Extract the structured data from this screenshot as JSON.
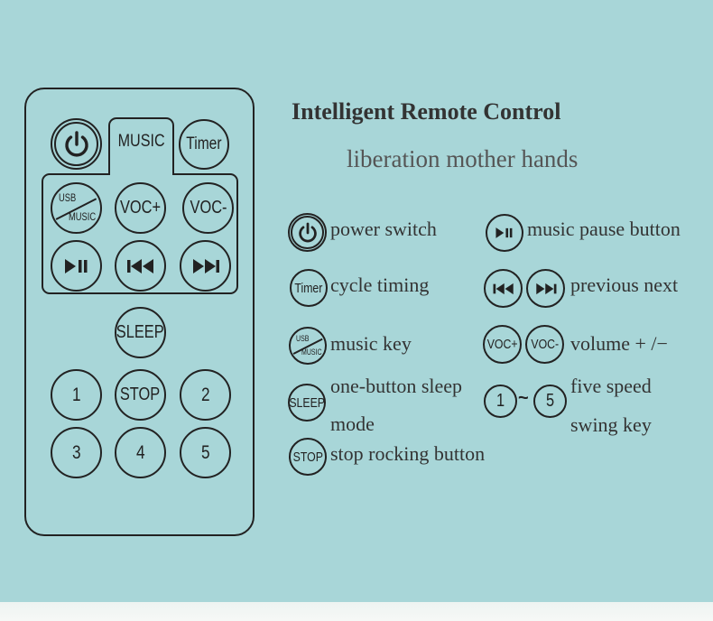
{
  "heading": {
    "title": "Intelligent Remote Control",
    "subtitle": "liberation mother hands"
  },
  "remote": {
    "keys": {
      "power": "power-icon",
      "music": "MUSIC",
      "timer": "Timer",
      "usb_top": "USB",
      "usb_bottom": "MUSIC",
      "voc_plus": "VOC+",
      "voc_minus": "VOC-",
      "play_pause": "play-pause-icon",
      "previous": "previous-icon",
      "next": "next-icon",
      "sleep": "SLEEP",
      "one": "1",
      "stop": "STOP",
      "two": "2",
      "three": "3",
      "four": "4",
      "five": "5"
    }
  },
  "legend": {
    "power": "power switch",
    "pause": "music pause button",
    "timer": "cycle timing",
    "prev_next": "previous next",
    "music_key": "music key",
    "volume": "volume + /−",
    "sleep_line1": "one-button sleep",
    "sleep_line2": "mode",
    "speed_line1": "five speed",
    "speed_line2": "swing key",
    "stop": "stop rocking button",
    "range_from": "1",
    "range_sep": "~",
    "range_to": "5"
  },
  "colors": {
    "background": "#a8d6d8",
    "ink": "#222222"
  }
}
